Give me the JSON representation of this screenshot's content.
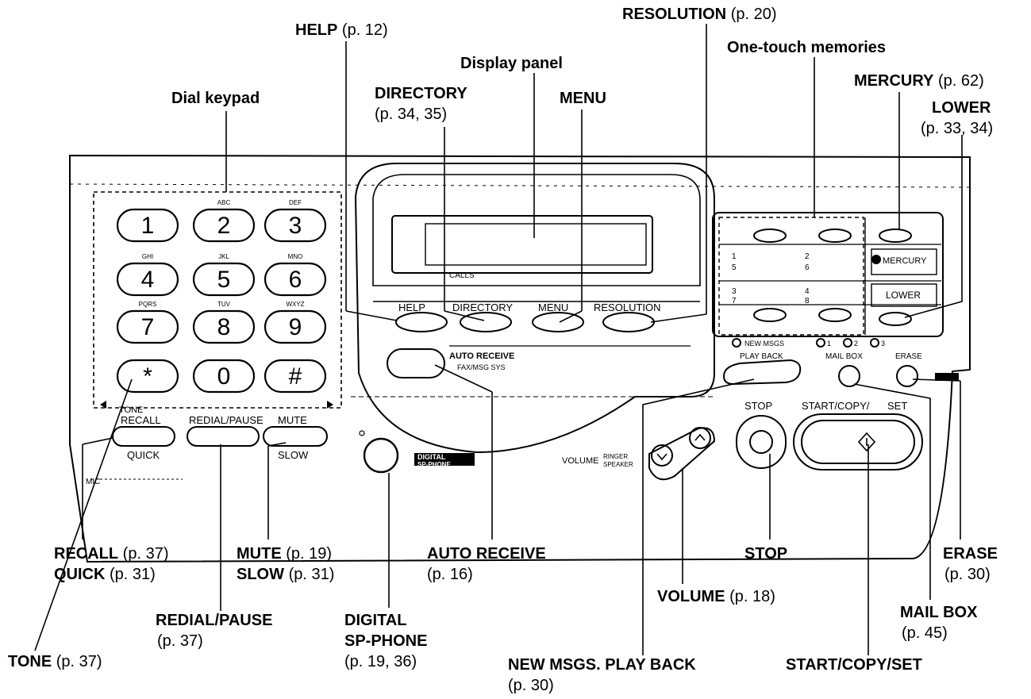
{
  "callouts": {
    "dial_keypad": "Dial keypad",
    "help": "HELP",
    "help_page": "(p. 12)",
    "directory": "DIRECTORY",
    "directory_page": "(p. 34, 35)",
    "display_panel": "Display panel",
    "menu": "MENU",
    "resolution": "RESOLUTION",
    "resolution_page": "(p. 20)",
    "one_touch": "One-touch memories",
    "mercury": "MERCURY",
    "mercury_page": "(p. 62)",
    "lower": "LOWER",
    "lower_page": "(p. 33, 34)",
    "recall": "RECALL",
    "recall_page": "(p. 37)",
    "quick": "QUICK",
    "quick_page": "(p. 31)",
    "mute": "MUTE",
    "mute_page": "(p. 19)",
    "slow": "SLOW",
    "slow_page": "(p. 31)",
    "auto_receive": "AUTO RECEIVE",
    "auto_receive_page": "(p. 16)",
    "stop": "STOP",
    "erase": "ERASE",
    "erase_page": "(p. 30)",
    "volume": "VOLUME",
    "volume_page": "(p. 18)",
    "mail_box": "MAIL BOX",
    "mail_box_page": "(p. 45)",
    "redial": "REDIAL/PAUSE",
    "redial_page": "(p. 37)",
    "digital": "DIGITAL",
    "sp_phone": "SP-PHONE",
    "digital_page": "(p. 19, 36)",
    "tone": "TONE",
    "tone_page": "(p. 37)",
    "new_msgs": "NEW MSGS. PLAY BACK",
    "new_msgs_page": "(p. 30)",
    "start_copy_set": "START/COPY/SET"
  },
  "device": {
    "keypad": [
      {
        "digit": "1",
        "letters": ""
      },
      {
        "digit": "2",
        "letters": "ABC"
      },
      {
        "digit": "3",
        "letters": "DEF"
      },
      {
        "digit": "4",
        "letters": "GHI"
      },
      {
        "digit": "5",
        "letters": "JKL"
      },
      {
        "digit": "6",
        "letters": "MNO"
      },
      {
        "digit": "7",
        "letters": "PQRS"
      },
      {
        "digit": "8",
        "letters": "TUV"
      },
      {
        "digit": "9",
        "letters": "WXYZ"
      },
      {
        "digit": "*",
        "letters": ""
      },
      {
        "digit": "0",
        "letters": ""
      },
      {
        "digit": "#",
        "letters": ""
      }
    ],
    "tone_small": "TONE",
    "calls": "CALLS",
    "help_key": "HELP",
    "directory_key": "DIRECTORY",
    "menu_key": "MENU",
    "resolution_key": "RESOLUTION",
    "auto_receive_key": "AUTO RECEIVE",
    "fax_msg": "FAX/MSG SYS",
    "recall_key": "RECALL",
    "redial_key": "REDIAL/PAUSE",
    "mute_key": "MUTE",
    "quick_key": "QUICK",
    "slow_key": "SLOW",
    "mic": "MIC",
    "digital_badge_1": "DIGITAL",
    "digital_badge_2": "SP-PHONE",
    "volume_key": "VOLUME",
    "ringer": "RINGER",
    "speaker": "SPEAKER",
    "stop_key": "STOP",
    "start_key": "START/COPY/",
    "set_key": "SET",
    "play_back_key": "PLAY BACK",
    "mail_box_key": "MAIL BOX",
    "erase_key": "ERASE",
    "new_msgs_small": "NEW MSGS",
    "box_1": "1",
    "box_2": "2",
    "box_3": "3",
    "mercury_key": "MERCURY",
    "lower_key": "LOWER",
    "memory_row1": [
      "1",
      "2"
    ],
    "memory_row2": [
      "5",
      "6"
    ],
    "memory_row3": [
      "3",
      "4"
    ],
    "memory_row4": [
      "7",
      "8"
    ]
  }
}
